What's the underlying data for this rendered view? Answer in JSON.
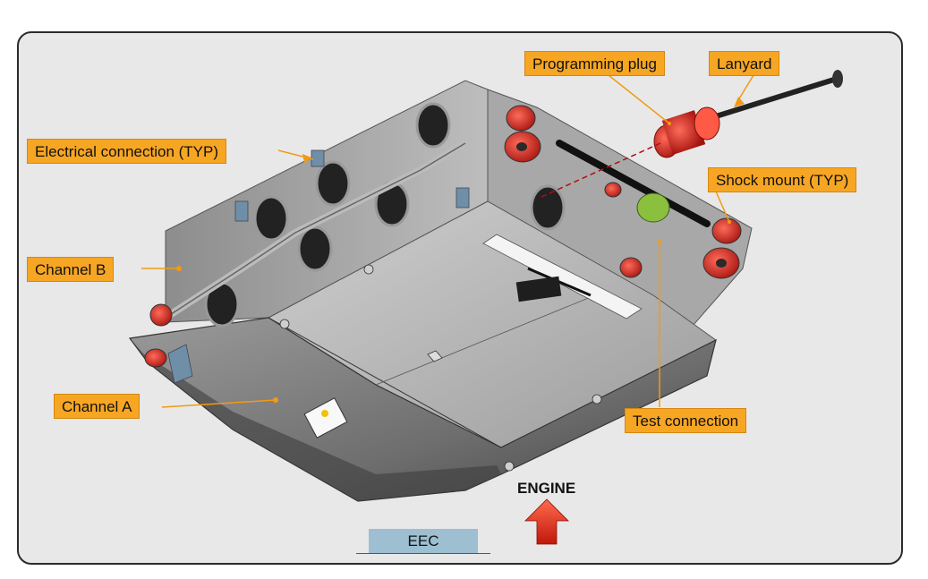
{
  "labels": {
    "programming_plug": "Programming plug",
    "lanyard": "Lanyard",
    "electrical_connection": "Electrical connection (TYP)",
    "shock_mount": "Shock mount (TYP)",
    "channel_b": "Channel B",
    "channel_a": "Channel A",
    "test_connection": "Test connection",
    "engine": "ENGINE",
    "eec": "EEC"
  },
  "colors": {
    "label_fill": "#f7a623",
    "eec_fill": "#9dbfd1",
    "shock_mount": "#d9261c",
    "unit_body": "#7a7a7a",
    "arrow": "#e3301f"
  }
}
